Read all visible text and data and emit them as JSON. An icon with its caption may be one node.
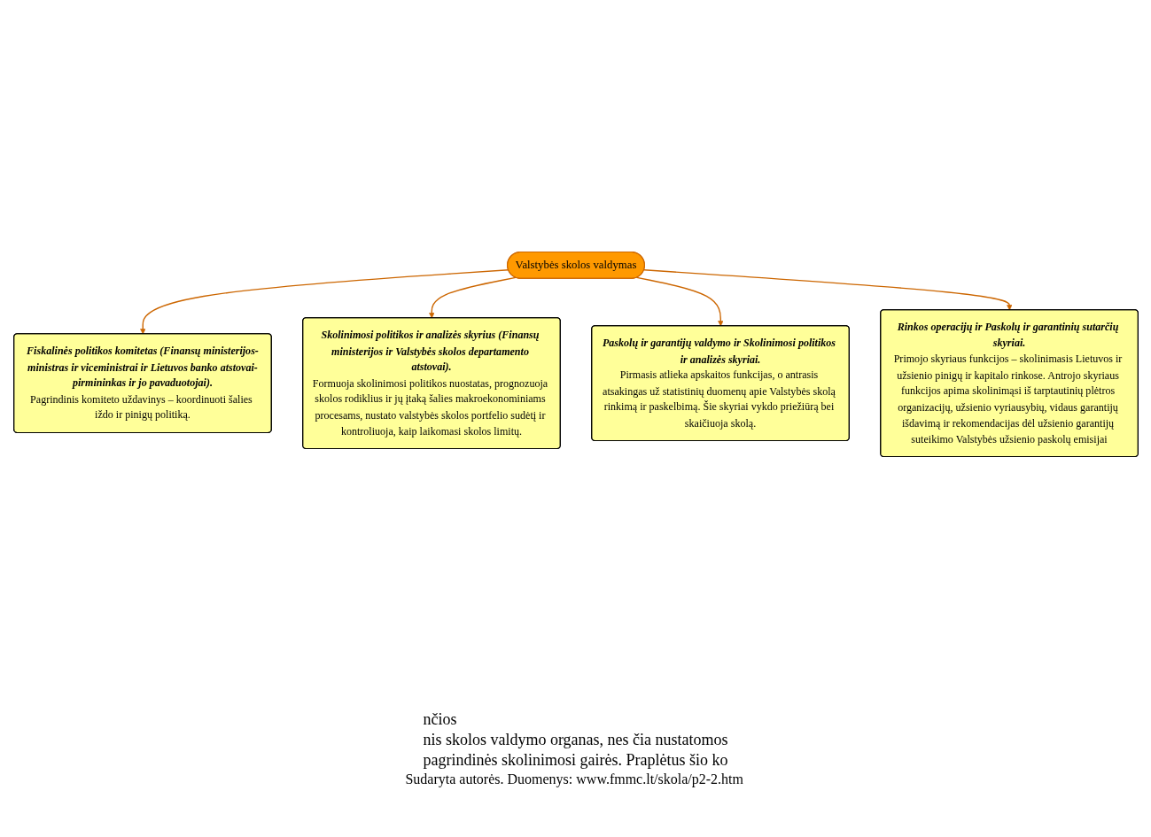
{
  "diagram": {
    "caption": "Sudaryta autorės. Duomenys: www.fmmc.lt/skola/p2-2.htm",
    "nodes": [
      {
        "text": [
          "Fiskalinės politikos komitetas (Finansų ministerijos-ministras ir viceministrai ir Lietuvos banko atstovai-pirmininkas ir jo pavaduotojai).",
          "Pagrindinis komiteto uždavinys – koordinuoti šalies iždo ir pinigų politiką."
        ]
      },
      {
        "text": [
          "Skolinimosi politikos ir analizės skyrius (Finansų ministerijos ir Valstybės skolos departamento atstovai).",
          "Formuoja skolinimosi politikos nuostatas, prognozuoja skolos rodiklius ir jų įtaką šalies makroekonominiams procesams, nustato valstybės skolos portfelio sudėtį ir kontroliuoja, kaip laikomasi skolos limitų."
        ]
      },
      {
        "text": [
          "Valstybės skolos valdymas"
        ]
      },
      {
        "text": [
          "Rinkos operacijų ir Paskolų ir garantinių sutarčių skyriai.",
          "Primojo skyriaus funkcijos – skolinimasis Lietuvos ir užsienio pinigų ir kapitalo rinkose. Antrojo skyriaus funkcijos apima skolinimąsi iš tarptautinių plėtros organizacijų, užsienio vyriausybių, vidaus garantijų išdavimą ir rekomendacijas dėl užsienio garantijų suteikimo Valstybės užsienio paskolų emisijai"
        ]
      },
      {
        "text": [
          "Paskolų ir garantijų valdymo ir Skolinimosi politikos ir analizės skyriai.",
          "Pirmasis atlieka apskaitos funkcijas, o antrasis atsakingas už statistinių duomenų apie Valstybės skolą rinkimą ir paskelbimą. Šie skyriai vykdo priežiūrą bei skaičiuoja skolą."
        ]
      }
    ],
    "edges": [
      {
        "from": 2,
        "to": 0,
        "arrow": "to"
      },
      {
        "from": 2,
        "to": 1,
        "arrow": "to"
      },
      {
        "from": 2,
        "to": 4,
        "arrow": "to"
      },
      {
        "from": 2,
        "to": 3,
        "arrow": "to"
      }
    ],
    "labels": [
      "nčios",
      "nis skolos valdymo organas, nes čia nustatomos",
      "pagrindinės skolinimosi gairės. Praplėtus šio ko"
    ]
  }
}
